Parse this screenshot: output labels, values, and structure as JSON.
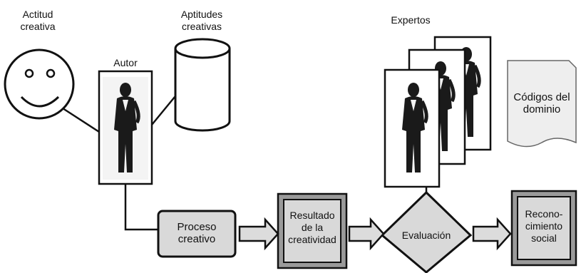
{
  "labels": {
    "actitud": "Actitud\ncreativa",
    "aptitudes": "Aptitudes\ncreativas",
    "autor": "Autor",
    "expertos": "Expertos",
    "codigos": "Códigos del\ndominio",
    "proceso": "Proceso\ncreativo",
    "resultado": "Resultado\nde la\ncreatividad",
    "evaluacion": "Evaluación",
    "reconocimiento": "Recono-\ncimiento\nsocial"
  },
  "colors": {
    "stroke": "#111111",
    "box_fill": "#d9d9d9",
    "box_fill_dark": "#9a9a9a",
    "arrow_fill": "#dcdcdc",
    "silhouette": "#1a1a1a"
  },
  "icons": {
    "actitud": "smiley-face-icon",
    "aptitudes": "cylinder-database-icon",
    "autor": "person-silhouette-icon",
    "expertos": "stacked-person-cards-icon",
    "codigos": "document-icon"
  }
}
